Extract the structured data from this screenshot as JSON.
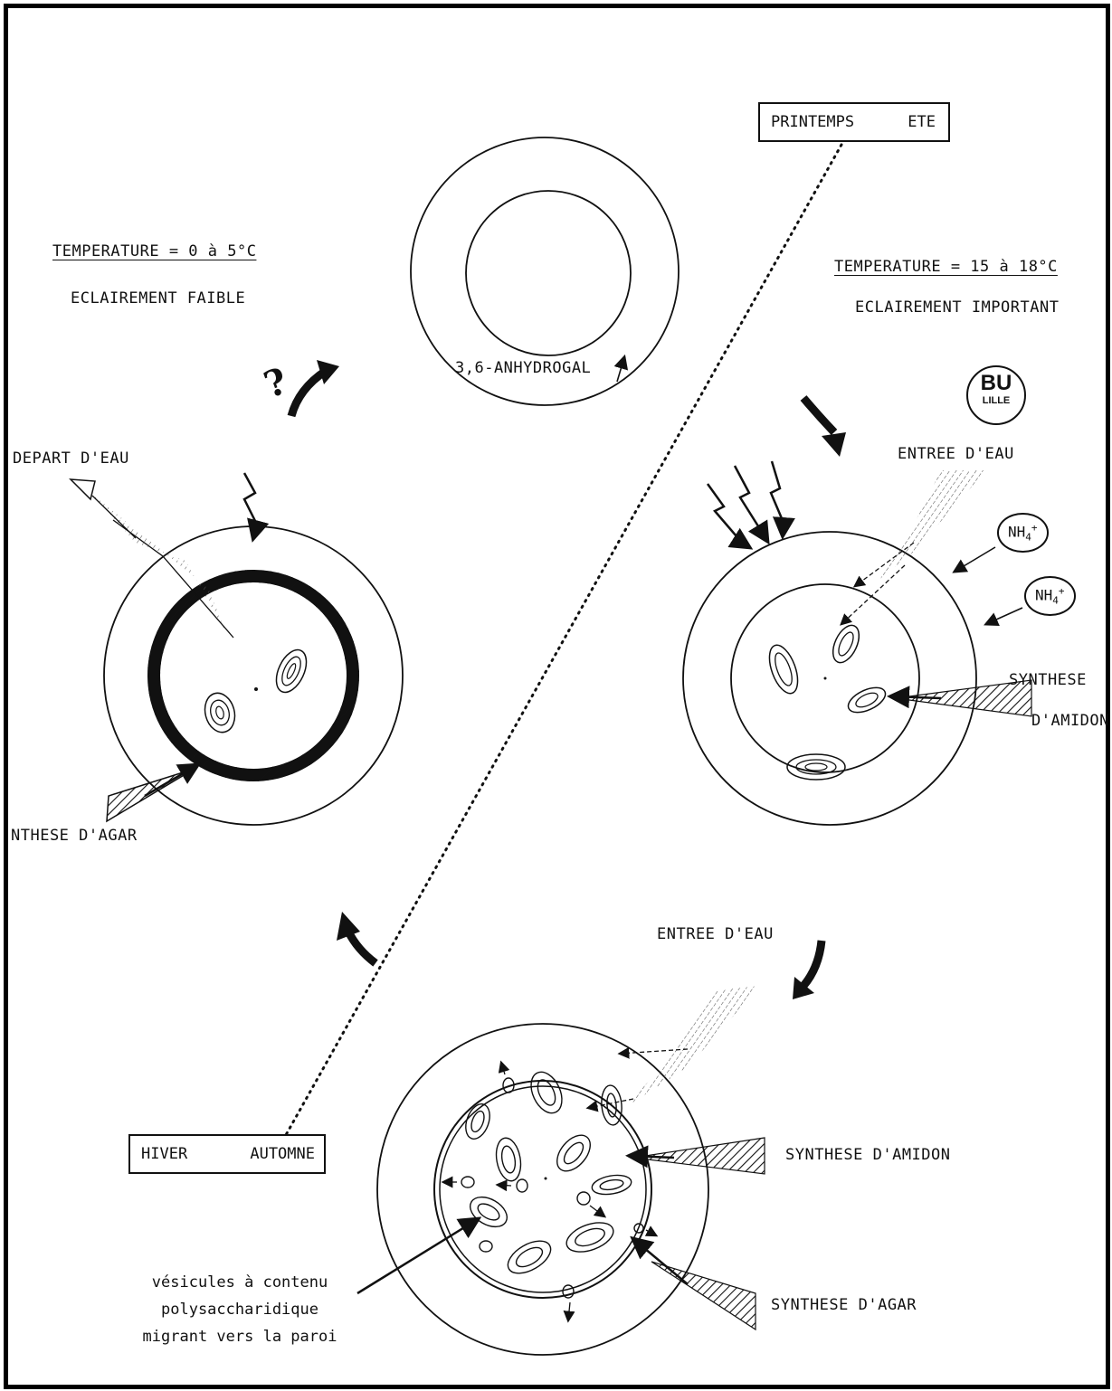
{
  "seasons": {
    "spring_summer": {
      "left": "PRINTEMPS",
      "right": "ETE"
    },
    "winter_autumn": {
      "left": "HIVER",
      "right": "AUTOMNE"
    }
  },
  "winter_conditions": {
    "temperature": "TEMPERATURE = 0 à 5°C",
    "light": "ECLAIREMENT FAIBLE"
  },
  "summer_conditions": {
    "temperature": "TEMPERATURE = 15 à 18°C",
    "light": "ECLAIREMENT IMPORTANT"
  },
  "top_cell": {
    "label": "3,6-ANHYDROGAL"
  },
  "left_cell": {
    "water_out": "DEPART D'EAU",
    "agar_synthesis": "NTHESE D'AGAR"
  },
  "right_cell": {
    "water_in": "ENTREE D'EAU",
    "ion1": {
      "base": "NH",
      "sub": "4",
      "sup": "+"
    },
    "ion2": {
      "base": "NH",
      "sub": "4",
      "sup": "+"
    },
    "starch_line1": "SYNTHESE",
    "starch_line2": "D'AMIDON"
  },
  "bottom_cell": {
    "water_in": "ENTREE D'EAU",
    "starch_synthesis": "SYNTHESE D'AMIDON",
    "agar_synthesis": "SYNTHESE D'AGAR",
    "vesicles": [
      "vésicules à contenu",
      "polysaccharidique",
      "migrant vers la paroi"
    ]
  },
  "stamp": {
    "line1": "BU",
    "line2": "LILLE"
  },
  "question_mark": "?"
}
